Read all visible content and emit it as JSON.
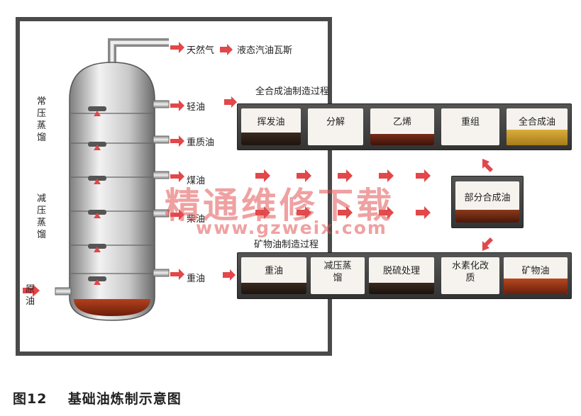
{
  "column": {
    "outputs": {
      "gas": "天然气",
      "lpg": "液态汽油瓦斯",
      "light_oil": "轻油",
      "heavy_oil_top": "重质油",
      "kerosene": "煤油",
      "diesel": "柴油",
      "heavy_oil_bottom": "重油"
    },
    "sections": {
      "atmospheric": "常压蒸馏",
      "vacuum": "减压蒸馏"
    },
    "feed": "原油"
  },
  "synthetic_process": {
    "title": "全合成油制造过程",
    "steps": [
      "挥发油",
      "分解",
      "乙烯",
      "重组",
      "全合成油"
    ]
  },
  "partial_synthetic": {
    "label": "部分合成油"
  },
  "mineral_process": {
    "title": "矿物油制造过程",
    "steps": [
      "重油",
      "减压蒸馏",
      "脱硫处理",
      "水素化改质",
      "矿物油"
    ]
  },
  "watermark": {
    "text": "精通维修下载",
    "url": "www.gzweix.com"
  },
  "caption": {
    "figure_no": "图12",
    "title": "基础油炼制示意图"
  },
  "colors": {
    "arrow": "#e2474a",
    "frame": "#4a4a4a",
    "oil_dark": "#3a2a1c",
    "oil_red": "#8a2a14",
    "oil_gold": "#c99b2c"
  }
}
